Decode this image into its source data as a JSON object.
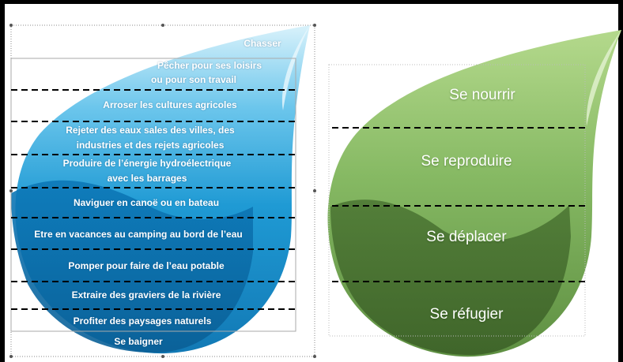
{
  "blue_drop": {
    "uses": [
      "Chasser",
      "Pêcher pour ses loisirs",
      "ou pour son travail",
      "Arroser les cultures agricoles",
      "Rejeter des eaux sales des villes, des",
      "industries et des rejets agricoles",
      "Produire de l’énergie hydroélectrique",
      "avec les barrages",
      "Naviguer en canoë ou en bateau",
      "Etre en vacances au camping au bord de l’eau",
      "Pomper pour faire de l’eau potable",
      "Extraire des graviers de la rivière",
      "Profiter des paysages naturels",
      "Se baigner"
    ]
  },
  "green_drop": {
    "needs": [
      "Se nourrir",
      "Se reproduire",
      "Se déplacer",
      "Se réfugier"
    ]
  },
  "colors": {
    "blue_light": "#bfe7f7",
    "blue_mid": "#2aa3d8",
    "blue_dark": "#0a6ea8",
    "green_light": "#c9e6a8",
    "green_mid": "#7fb35a",
    "green_dark": "#3f6b2a"
  }
}
